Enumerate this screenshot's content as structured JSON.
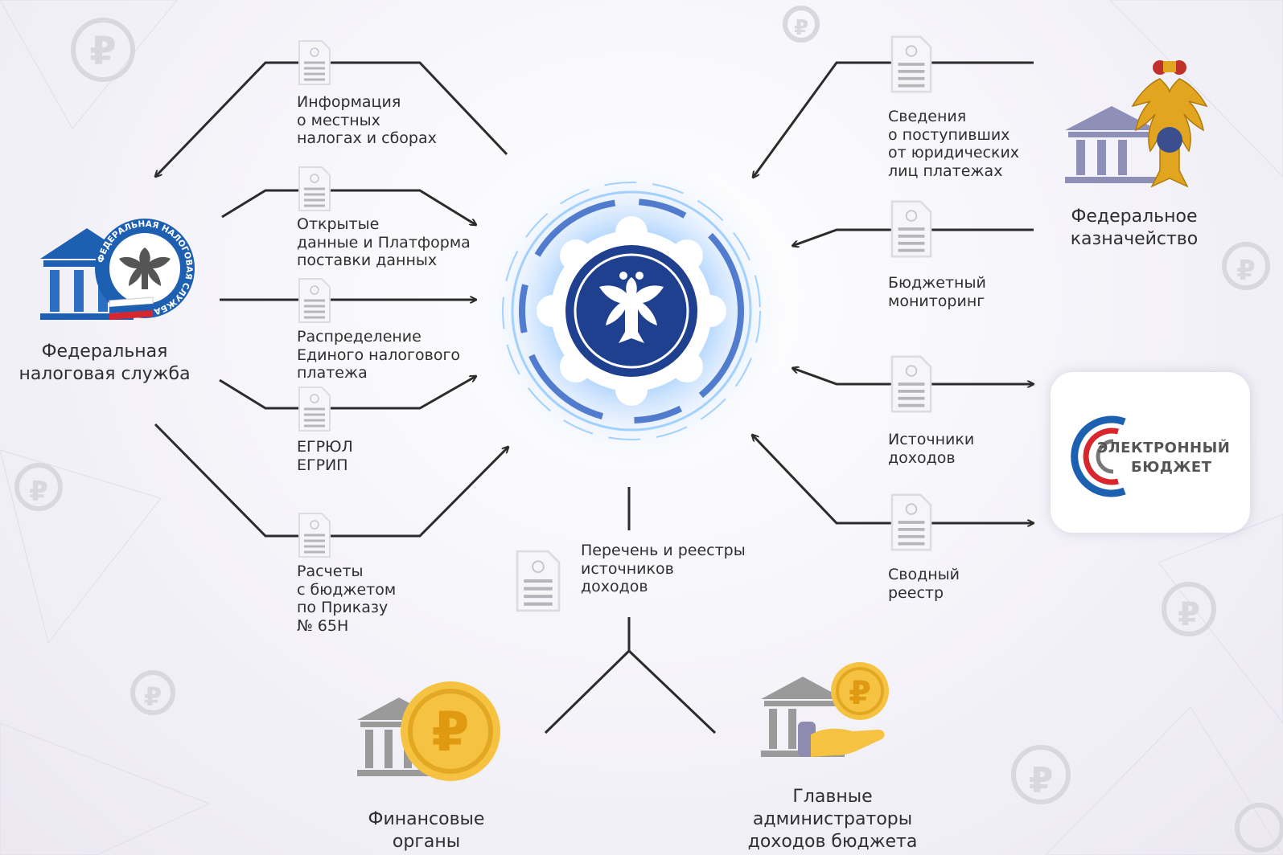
{
  "entities": {
    "fns": "Федеральная\nналоговая служба",
    "treasury": "Федеральное\nказначейство",
    "financial": "Финансовые\nорганы",
    "admins": "Главные\nадминистраторы\nдоходов бюджета"
  },
  "flows": {
    "local_taxes": "Информация\nо местных\nналогах и сборах",
    "open_data": "Открытые\nданные и Платформа\nпоставки данных",
    "ens": "Распределение\nЕдиного налогового\nплатежа",
    "egr": "ЕГРЮЛ\nЕГРИП",
    "calc": "Расчеты\nс бюджетом\nпо Приказу\n№ 65Н",
    "payments": "Сведения\nо поступивших\nот юридических\nлиц платежах",
    "monitoring": "Бюджетный\nмониторинг",
    "sources": "Источники\nдоходов",
    "registry": "Сводный\nреестр",
    "lists": "Перечень и реестры\nисточников\nдоходов"
  },
  "logos": {
    "fns_ring_text": "ФЕДЕРАЛЬНАЯ НАЛОГОВАЯ СЛУЖБА",
    "eb_line1": "ЭЛЕКТРОННЫЙ",
    "eb_line2": "БЮДЖЕТ"
  },
  "icons": [
    "document-icon",
    "ruble-icon",
    "bank-building-icon",
    "eagle-emblem-icon",
    "hand-icon"
  ],
  "colors": {
    "line": "#2b2b2b",
    "hub": "#1f3f8f",
    "hub_glow": "#5aa8ff",
    "coin": "#f5c242",
    "fns_blue": "#1d5fb0"
  }
}
